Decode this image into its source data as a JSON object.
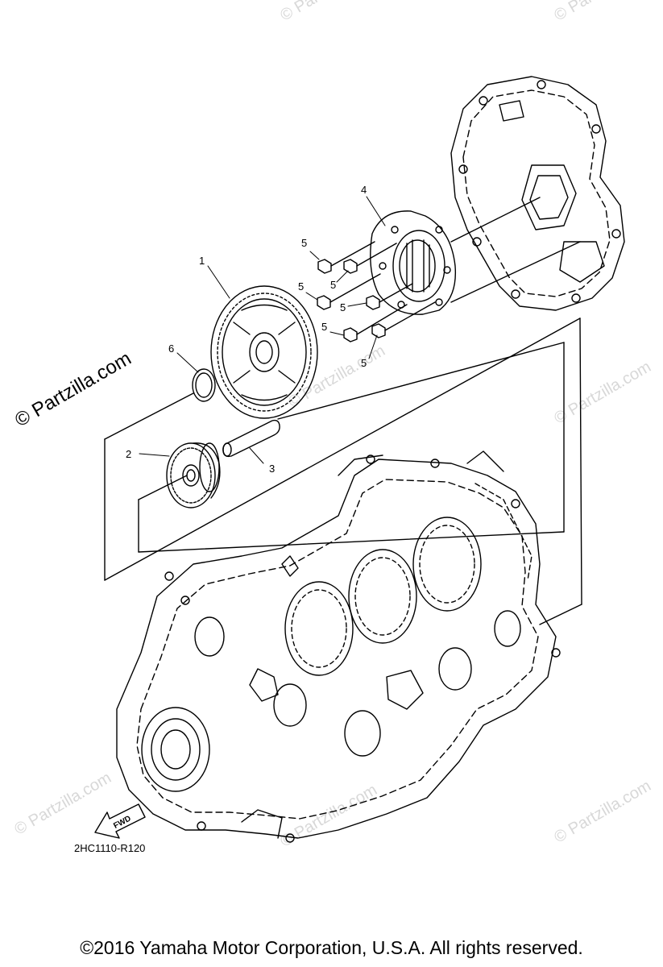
{
  "watermark": "© Partzilla.com",
  "brand_watermark": "© Partzilla.com",
  "callouts": {
    "c1": "1",
    "c2": "2",
    "c3": "3",
    "c4": "4",
    "c5": "5",
    "c6": "6"
  },
  "fwd_label": "FWD",
  "diagram_code": "2HC1110-R120",
  "copyright": "©2016  Yamaha Motor Corporation, U.S.A. All rights reserved."
}
